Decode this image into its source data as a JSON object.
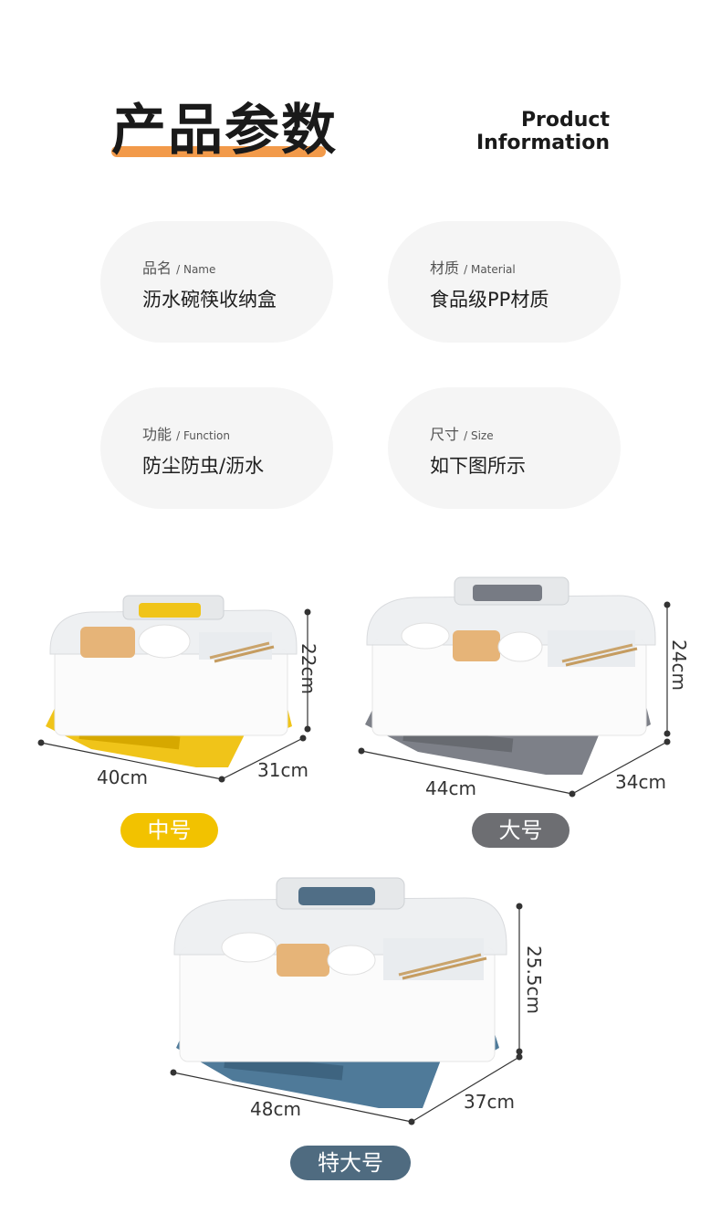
{
  "header": {
    "title_cn": "产品参数",
    "title_en_line1": "Product",
    "title_en_line2": "Information"
  },
  "specs": [
    {
      "label_cn": "品名",
      "label_en": "/ Name",
      "value": "沥水碗筷收纳盒"
    },
    {
      "label_cn": "材质",
      "label_en": "/ Material",
      "value": "食品级PP材质"
    },
    {
      "label_cn": "功能",
      "label_en": "/ Function",
      "value": "防尘防虫/沥水"
    },
    {
      "label_cn": "尺寸",
      "label_en": "/ Size",
      "value": "如下图所示"
    }
  ],
  "sizes": [
    {
      "name": "中号",
      "length": "40cm",
      "width": "31cm",
      "height": "22cm",
      "base_color": "#f0c419",
      "badge_color": "#f2c200",
      "handle_color": "#f0c419"
    },
    {
      "name": "大号",
      "length": "44cm",
      "width": "34cm",
      "height": "24cm",
      "base_color": "#7d8088",
      "badge_color": "#6d6e72",
      "handle_color": "#777b84"
    },
    {
      "name": "特大号",
      "length": "48cm",
      "width": "37cm",
      "height": "25.5cm",
      "base_color": "#4f7a99",
      "badge_color": "#4f6b80",
      "handle_color": "#506e86"
    }
  ]
}
